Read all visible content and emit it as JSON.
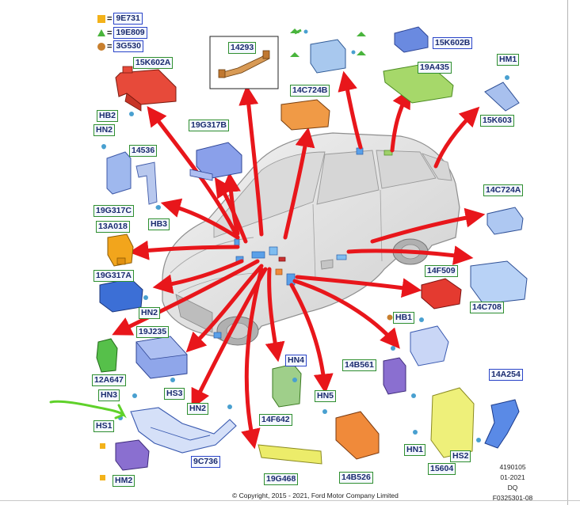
{
  "legend": [
    {
      "symbol": "square-icon",
      "color": "#f3b21a",
      "code": "9E731"
    },
    {
      "symbol": "triangle-icon",
      "color": "#49b43c",
      "code": "19E809"
    },
    {
      "symbol": "circle-icon",
      "color": "#c87f2e",
      "code": "3G530"
    }
  ],
  "labels": {
    "l_15K602A": "15K602A",
    "l_HB2": "HB2",
    "l_HN2_top": "HN2",
    "l_14536": "14536",
    "l_19G317C": "19G317C",
    "l_HB3": "HB3",
    "l_13A018": "13A018",
    "l_19G317A": "19G317A",
    "l_HN2_mid": "HN2",
    "l_19J235": "19J235",
    "l_12A647": "12A647",
    "l_HS3": "HS3",
    "l_HN3": "HN3",
    "l_HS1": "HS1",
    "l_HN2_bot": "HN2",
    "l_9C736": "9C736",
    "l_HM2": "HM2",
    "l_14293": "14293",
    "l_19G317B": "19G317B",
    "l_14C724B": "14C724B",
    "l_15K602B": "15K602B",
    "l_19A435": "19A435",
    "l_HM1": "HM1",
    "l_15K603": "15K603",
    "l_14C724A": "14C724A",
    "l_14F509": "14F509",
    "l_14C708": "14C708",
    "l_HB1": "HB1",
    "l_14B561": "14B561",
    "l_HN4": "HN4",
    "l_14F642": "14F642",
    "l_HN5": "HN5",
    "l_14B526": "14B526",
    "l_19G468": "19G468",
    "l_14A254": "14A254",
    "l_HN1": "HN1",
    "l_HS2": "HS2",
    "l_15604": "15604"
  },
  "info_block": {
    "line1": "4190105",
    "line2": "01-2021",
    "line3": "DQ",
    "line4": "F0325301-08"
  },
  "copyright": "© Copyright, 2015 - 2021, Ford Motor Company Limited",
  "colors": {
    "arrow": "#e8161b",
    "label_border_green": "#2f8f2f",
    "label_border_blue": "#2b45c8",
    "label_text": "#1a2b6e",
    "annotation_stroke": "#5fd12a"
  }
}
